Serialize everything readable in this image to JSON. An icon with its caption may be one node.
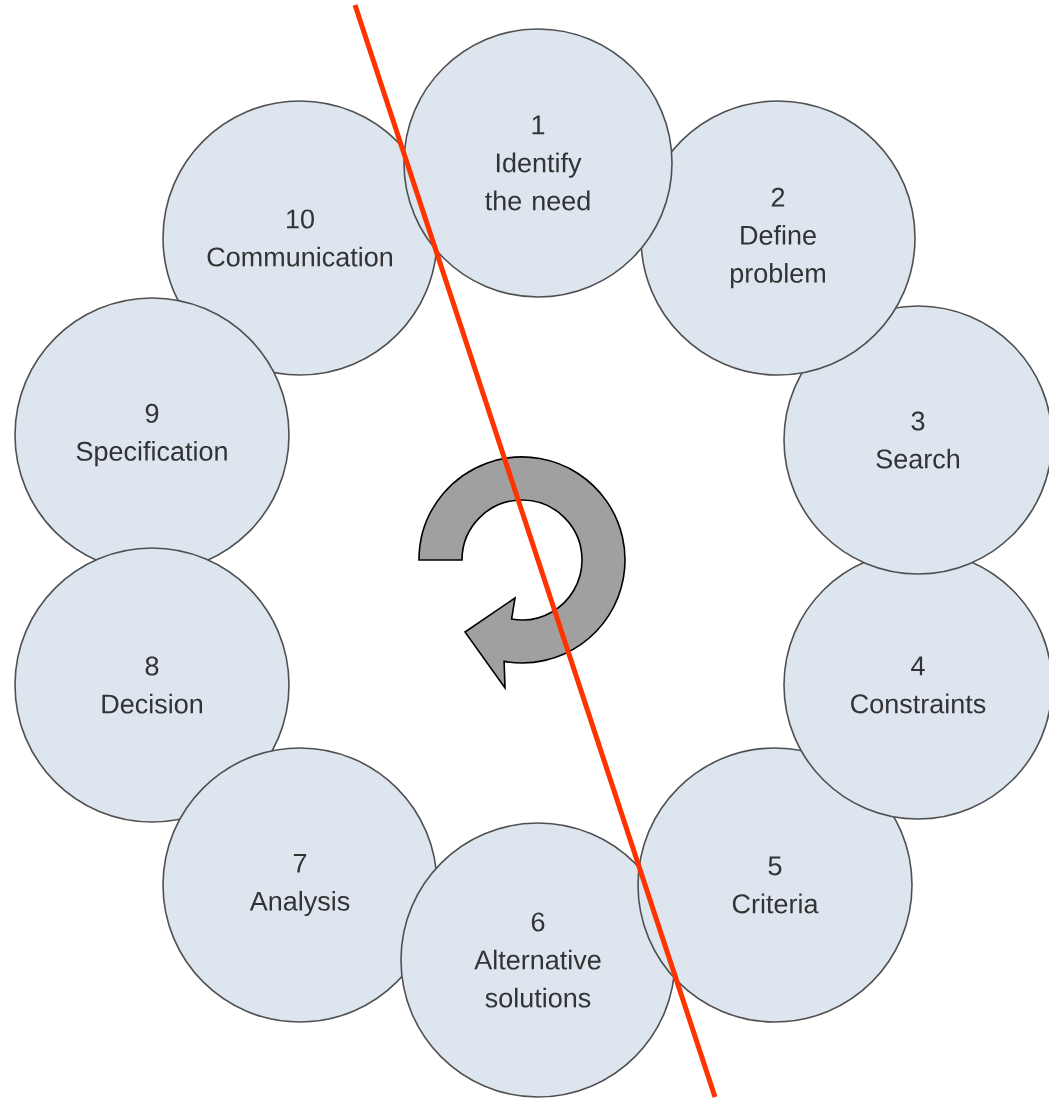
{
  "diagram": {
    "nodes": [
      {
        "text": [
          "1",
          "Identify the need"
        ]
      },
      {
        "text": [
          "2",
          "Define problem"
        ]
      },
      {
        "text": [
          "3",
          "Search"
        ]
      },
      {
        "text": [
          "4",
          "Constraints"
        ]
      },
      {
        "text": [
          "5",
          "Criteria"
        ]
      },
      {
        "text": [
          "6",
          "Alternative solutions"
        ]
      },
      {
        "text": [
          "7",
          "Analysis"
        ]
      },
      {
        "text": [
          "8",
          "Decision"
        ]
      },
      {
        "text": [
          "9",
          "Specification"
        ]
      },
      {
        "text": [
          "10",
          "Communication"
        ]
      }
    ]
  }
}
